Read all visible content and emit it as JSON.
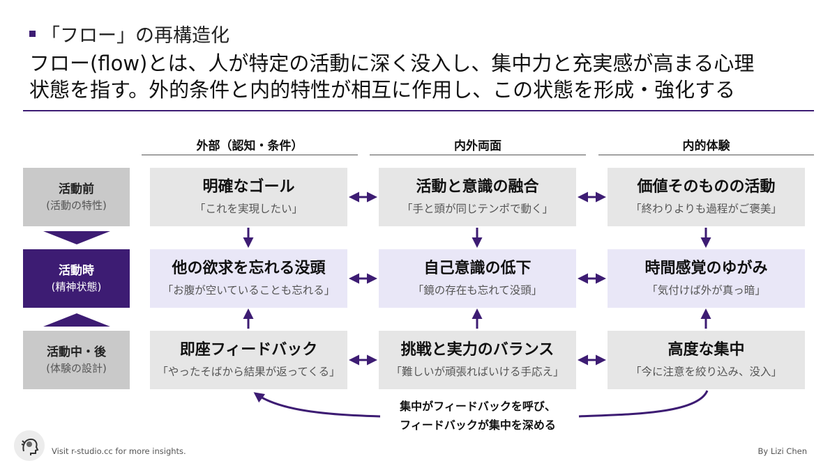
{
  "title": "「フロー」の再構造化",
  "subtitle": {
    "line1": "フロー(flow)とは、人が特定の活動に深く没入し、集中力と充実感が高まる心理",
    "line2": "状態を指す。外的条件と内的特性が相互に作用し、この状態を形成・強化する"
  },
  "columns": [
    "外部（認知・条件）",
    "内外両面",
    "内的体験"
  ],
  "rows": [
    {
      "main": "活動前",
      "sub": "(活動の特性)"
    },
    {
      "main": "活動時",
      "sub": "(精神状態)"
    },
    {
      "main": "活動中・後",
      "sub": "(体験の設計)"
    }
  ],
  "cells": [
    [
      {
        "main": "明確なゴール",
        "sub": "「これを実現したい」"
      },
      {
        "main": "活動と意識の融合",
        "sub": "「手と頭が同じテンポで動く」"
      },
      {
        "main": "価値そのものの活動",
        "sub": "「終わりよりも過程がご褒美」"
      }
    ],
    [
      {
        "main": "他の欲求を忘れる没頭",
        "sub": "「お腹が空いていることも忘れる」"
      },
      {
        "main": "自己意識の低下",
        "sub": "「鏡の存在も忘れて没頭」"
      },
      {
        "main": "時間感覚のゆがみ",
        "sub": "「気付けば外が真っ暗」"
      }
    ],
    [
      {
        "main": "即座フィードバック",
        "sub": "「やったそばから結果が返ってくる」"
      },
      {
        "main": "挑戦と実力のバランス",
        "sub": "「難しいが頑張ればいける手応え」"
      },
      {
        "main": "高度な集中",
        "sub": "「今に注意を絞り込み、没入」"
      }
    ]
  ],
  "feedback_note": {
    "line1": "集中がフィードバックを呼び、",
    "line2": "フィードバックが集中を深める"
  },
  "footer": {
    "left": "Visit r-studio.cc for more insights.",
    "right": "By Lizi Chen"
  },
  "colors": {
    "accent": "#3d1c73",
    "label_grey": "#c9c9c9",
    "cell_grey": "#e6e6e6",
    "cell_lavender": "#e9e7f7"
  }
}
